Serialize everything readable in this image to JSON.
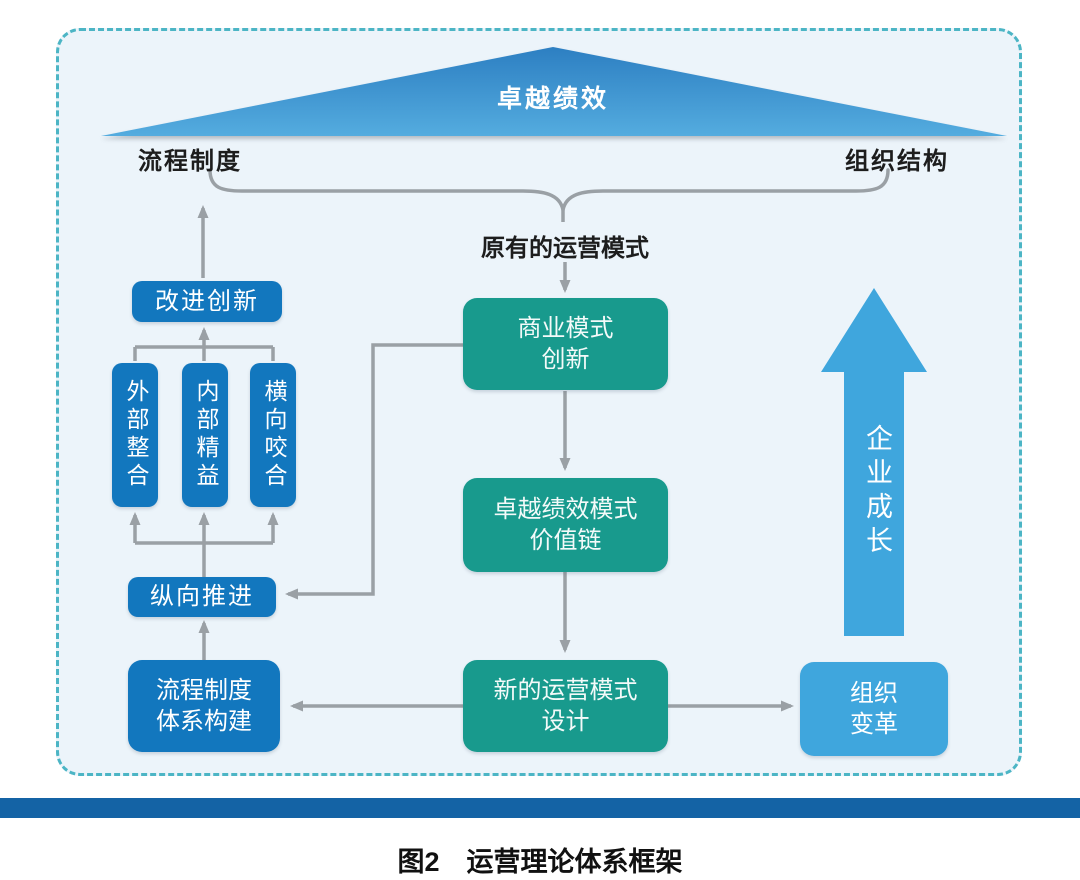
{
  "figure": {
    "roof_label": "卓越绩效",
    "left_pillar": "流程制度",
    "right_pillar": "组织结构",
    "original_model": "原有的运营模式",
    "caption": "图2　运营理论体系框架"
  },
  "boxes": {
    "improve_innovation": "改进创新",
    "external_integration": "外部整合",
    "internal_lean": "内部精益",
    "horizontal_mesh": "横向咬合",
    "vertical_advance": "纵向推进",
    "process_build": {
      "line1": "流程制度",
      "line2": "体系构建"
    },
    "business_model": {
      "line1": "商业模式",
      "line2": "创新"
    },
    "value_chain": {
      "line1": "卓越绩效模式",
      "line2": "价值链"
    },
    "new_operation": {
      "line1": "新的运营模式",
      "line2": "设计"
    },
    "org_change": {
      "line1": "组织",
      "line2": "变革"
    }
  },
  "growth_arrow_label": "企业成长",
  "colors": {
    "panel_background": "#ecf4fa",
    "dashed_border": "#4cb5c5",
    "blue_box": "#1277be",
    "teal_box": "#189a8d",
    "light_blue": "#3fa6dd",
    "roof_top": "#2d7fc2",
    "roof_bottom": "#54acdf",
    "connector_gray": "#9aa0a5",
    "bottom_bar": "#1463a5"
  }
}
